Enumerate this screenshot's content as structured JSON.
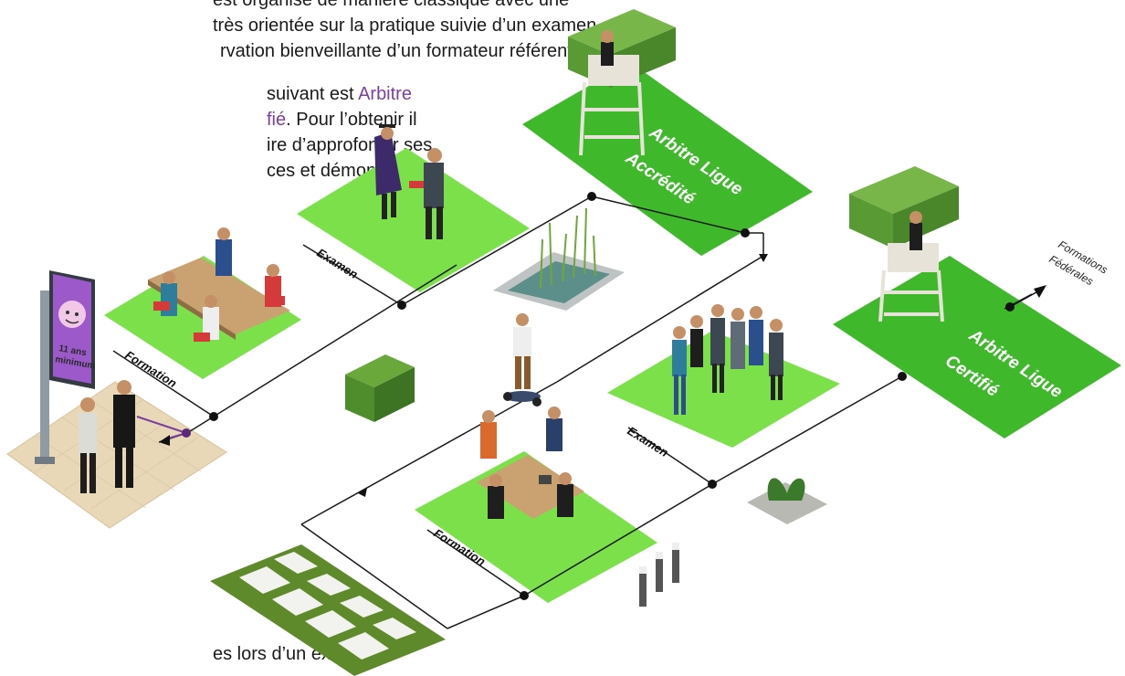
{
  "text_block": {
    "line1": "est organisé de manière classique avec une",
    "line2": "très orientée sur la pratique suivie d’un examen",
    "line3": "rvation bienveillante d’un formateur référent.",
    "line4_a": "suivant est ",
    "line4_b": "Arbitre",
    "line5_a": "fié",
    "line5_b": ". Pour l’obtenir il",
    "line6": "ire d’approfondir ses",
    "line7": "ces et démontrer ses",
    "line8": "es lors d’un examen"
  },
  "sign": {
    "line1": "11 ans",
    "line2": "minimum"
  },
  "diagram": {
    "formation_1": "Formation",
    "examen_1": "Examen",
    "arbitre_ligue_accredite": [
      "Arbitre Ligue",
      "Accrédité"
    ],
    "examen_2": "Examen",
    "formation_2": "Formation",
    "arbitre_ligue_certifie": [
      "Arbitre Ligue",
      "Certifié"
    ],
    "formations_federales": [
      "Formations",
      "Fédérales"
    ]
  },
  "colors": {
    "tile_light": "#7be04a",
    "tile_dark": "#3fb82c",
    "text_accent": "#7b3fa0",
    "line": "#1a1a1a"
  }
}
